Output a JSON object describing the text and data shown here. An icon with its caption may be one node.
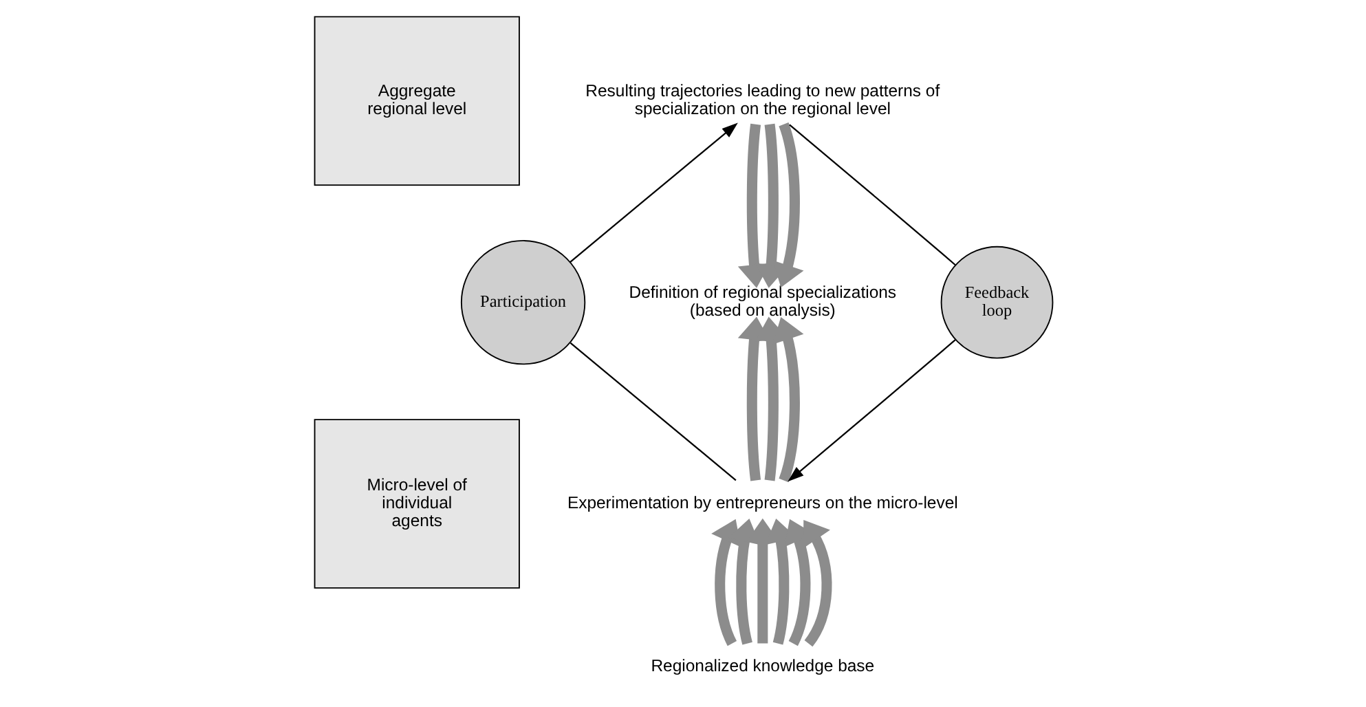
{
  "diagram": {
    "nodes": [
      {
        "text": [
          "Aggregate regional level"
        ]
      },
      {
        "text": [
          "Micro-level of individual agents"
        ]
      },
      {
        "text": [
          "Participation"
        ]
      },
      {
        "text": [
          "Resulting trajectories leading to new patterns of specialization on the regional level"
        ]
      },
      {
        "text": [
          "Definition of regional specializations (based on analysis)"
        ]
      },
      {
        "text": [
          "Experimentation by entrepreneurs on the micro-level"
        ]
      },
      {
        "text": [
          "Regionalized knowledge base"
        ]
      },
      {
        "text": [
          "Feedback loop"
        ]
      }
    ],
    "edges": [
      {
        "from": 5,
        "to": 2,
        "arrow": "none",
        "color": "#000000"
      },
      {
        "from": 2,
        "to": 3,
        "arrow": "to",
        "color": "#000000"
      },
      {
        "from": 3,
        "to": 7,
        "arrow": "none",
        "color": "#000000"
      },
      {
        "from": 7,
        "to": 5,
        "arrow": "to",
        "color": "#000000"
      },
      {
        "from": 3,
        "to": 4,
        "arrow": "to"
      },
      {
        "from": 3,
        "to": 4,
        "arrow": "to"
      },
      {
        "from": 3,
        "to": 4,
        "arrow": "to"
      },
      {
        "from": 5,
        "to": 4,
        "arrow": "to"
      },
      {
        "from": 5,
        "to": 4,
        "arrow": "to"
      },
      {
        "from": 5,
        "to": 4,
        "arrow": "to"
      },
      {
        "from": 6,
        "to": 5,
        "arrow": "to"
      },
      {
        "from": 6,
        "to": 5,
        "arrow": "to"
      },
      {
        "from": 6,
        "to": 5,
        "arrow": "to"
      },
      {
        "from": 6,
        "to": 5,
        "arrow": "to"
      },
      {
        "from": 6,
        "to": 5,
        "arrow": "to"
      },
      {
        "from": 6,
        "to": 5,
        "arrow": "to"
      }
    ]
  }
}
